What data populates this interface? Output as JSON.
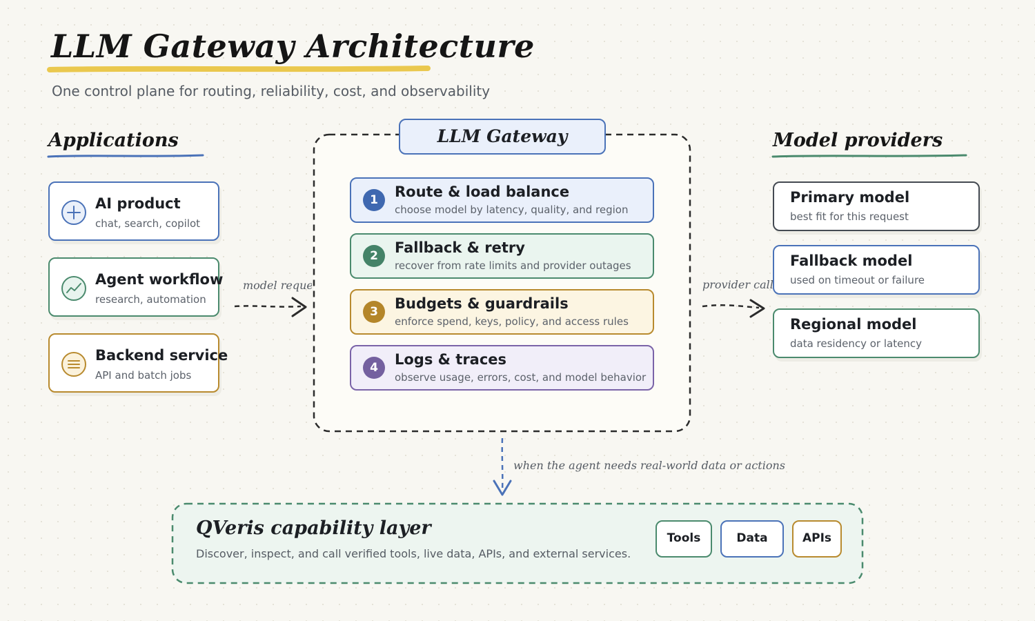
{
  "title": "LLM Gateway Architecture",
  "subtitle": "One control plane for routing, reliability, cost, and observability",
  "colors": {
    "blue": "#4a72b8",
    "green": "#4a8a6d",
    "gold": "#b88a2e",
    "purple": "#7a63a8",
    "dark": "#2b2b2b",
    "highlight": "#eac84e"
  },
  "applications": {
    "heading": "Applications",
    "items": [
      {
        "title": "AI product",
        "subtitle": "chat, search, copilot",
        "icon": "plus-circle-icon"
      },
      {
        "title": "Agent workflow",
        "subtitle": "research, automation",
        "icon": "trend-line-icon"
      },
      {
        "title": "Backend service",
        "subtitle": "API and batch jobs",
        "icon": "list-lines-icon"
      }
    ]
  },
  "gateway": {
    "title": "LLM Gateway",
    "steps": [
      {
        "num": "1",
        "title": "Route & load balance",
        "subtitle": "choose model by latency, quality, and region"
      },
      {
        "num": "2",
        "title": "Fallback & retry",
        "subtitle": "recover from rate limits and provider outages"
      },
      {
        "num": "3",
        "title": "Budgets & guardrails",
        "subtitle": "enforce spend, keys, policy, and access rules"
      },
      {
        "num": "4",
        "title": "Logs & traces",
        "subtitle": "observe usage, errors, cost, and model behavior"
      }
    ]
  },
  "providers": {
    "heading": "Model providers",
    "items": [
      {
        "title": "Primary model",
        "subtitle": "best fit for this request"
      },
      {
        "title": "Fallback model",
        "subtitle": "used on timeout or failure"
      },
      {
        "title": "Regional model",
        "subtitle": "data residency or latency"
      }
    ]
  },
  "arrows": {
    "left": "model requests",
    "right": "provider calls",
    "down": "when the agent needs real-world data or actions"
  },
  "capability": {
    "title": "QVeris capability layer",
    "description": "Discover, inspect, and call verified tools, live data, APIs, and external services.",
    "chips": [
      "Tools",
      "Data",
      "APIs"
    ]
  }
}
